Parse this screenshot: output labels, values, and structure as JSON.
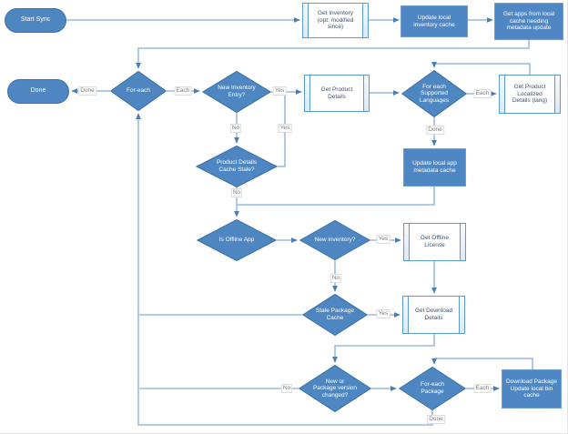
{
  "diagram_type": "flowchart",
  "colors": {
    "shape_fill": "#4d86c0",
    "shape_border": "#3e71a6",
    "subprocess_border": "#5b9bd5",
    "connector_line": "#85add9",
    "subprocess_text": "#3f5570",
    "edge_label_text": "#7b7b7b"
  },
  "nodes": {
    "start_sync": {
      "type": "terminator",
      "label": "Start Sync"
    },
    "done": {
      "type": "terminator",
      "label": "Done"
    },
    "get_inventory": {
      "type": "subprocess",
      "label": "Get Inventory\n(opt: modified\nsince)"
    },
    "update_local_inventory_cache": {
      "type": "process",
      "label": "Update local\ninventory cache"
    },
    "get_apps_needing_update": {
      "type": "process",
      "label": "Get apps from local\ncache needing\nmetadata update"
    },
    "for_each": {
      "type": "decision",
      "label": "For-each"
    },
    "new_inventory_entry": {
      "type": "decision",
      "label": "New Inventory\nEntry?"
    },
    "product_details_cache_stale": {
      "type": "decision",
      "label": "Product Details\nCache Stale?"
    },
    "get_product_details": {
      "type": "subprocess",
      "label": "Get Product\nDetails"
    },
    "foreach_supported_languages": {
      "type": "decision",
      "label": "For each\nSupported\nLanguages"
    },
    "get_product_localized_details": {
      "type": "subprocess",
      "label": "Get Product\nLocalized\nDetails (lang)"
    },
    "update_local_app_metadata_cache": {
      "type": "process",
      "label": "Update local app\nmetadata cache"
    },
    "is_offline_app": {
      "type": "decision",
      "label": "Is Offline App"
    },
    "new_inventory": {
      "type": "decision",
      "label": "New inventory?"
    },
    "get_offline_license": {
      "type": "subprocess",
      "label": "Get Offline\nLicense"
    },
    "stale_package_cache": {
      "type": "decision",
      "label": "Stale Package\nCache"
    },
    "get_download_details": {
      "type": "subprocess",
      "label": "Get Download\nDetails"
    },
    "new_or_package_version_changed": {
      "type": "decision",
      "label": "New or\nPackage version\nchanged?"
    },
    "foreach_package": {
      "type": "decision",
      "label": "For-each\nPackage"
    },
    "download_package_update_cache": {
      "type": "process",
      "label": "Download Package\nUpdate local bin\ncache"
    }
  },
  "edges": [
    {
      "from": "start_sync",
      "to": "get_inventory",
      "label": ""
    },
    {
      "from": "get_inventory",
      "to": "update_local_inventory_cache",
      "label": ""
    },
    {
      "from": "update_local_inventory_cache",
      "to": "get_apps_needing_update",
      "label": ""
    },
    {
      "from": "get_apps_needing_update",
      "to": "for_each",
      "label": ""
    },
    {
      "from": "for_each",
      "to": "done",
      "label": "Done"
    },
    {
      "from": "for_each",
      "to": "new_inventory_entry",
      "label": "Each"
    },
    {
      "from": "new_inventory_entry",
      "to": "get_product_details",
      "label": "Yes"
    },
    {
      "from": "new_inventory_entry",
      "to": "product_details_cache_stale",
      "label": "No"
    },
    {
      "from": "product_details_cache_stale",
      "to": "get_product_details",
      "label": "Yes"
    },
    {
      "from": "product_details_cache_stale",
      "to": "is_offline_app",
      "label": "No"
    },
    {
      "from": "get_product_details",
      "to": "foreach_supported_languages",
      "label": ""
    },
    {
      "from": "foreach_supported_languages",
      "to": "get_product_localized_details",
      "label": "Each"
    },
    {
      "from": "get_product_localized_details",
      "to": "foreach_supported_languages",
      "label": ""
    },
    {
      "from": "foreach_supported_languages",
      "to": "update_local_app_metadata_cache",
      "label": "Done"
    },
    {
      "from": "update_local_app_metadata_cache",
      "to": "is_offline_app",
      "label": ""
    },
    {
      "from": "is_offline_app",
      "to": "new_inventory",
      "label": ""
    },
    {
      "from": "new_inventory",
      "to": "get_offline_license",
      "label": "Yes"
    },
    {
      "from": "new_inventory",
      "to": "stale_package_cache",
      "label": "No"
    },
    {
      "from": "get_offline_license",
      "to": "get_download_details",
      "label": ""
    },
    {
      "from": "stale_package_cache",
      "to": "get_download_details",
      "label": "Yes"
    },
    {
      "from": "stale_package_cache",
      "to": "for_each",
      "label": ""
    },
    {
      "from": "get_download_details",
      "to": "new_or_package_version_changed",
      "label": ""
    },
    {
      "from": "new_or_package_version_changed",
      "to": "for_each",
      "label": "No"
    },
    {
      "from": "new_or_package_version_changed",
      "to": "foreach_package",
      "label": ""
    },
    {
      "from": "foreach_package",
      "to": "download_package_update_cache",
      "label": "Each"
    },
    {
      "from": "download_package_update_cache",
      "to": "foreach_package",
      "label": ""
    },
    {
      "from": "foreach_package",
      "to": "for_each",
      "label": "Done"
    }
  ]
}
